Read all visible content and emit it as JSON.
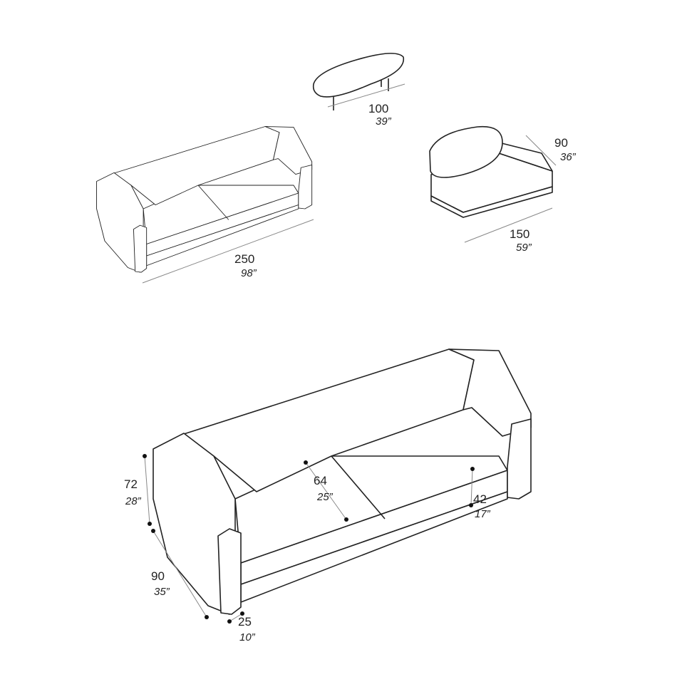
{
  "drawing": {
    "line_color": "#222222",
    "bench": {
      "length_cm": "100",
      "length_in": "39”"
    },
    "chaise": {
      "depth_cm": "90",
      "depth_in": "36”",
      "width_cm": "150",
      "width_in": "59”"
    },
    "sofa_small": {
      "length_cm": "250",
      "length_in": "98”"
    },
    "sofa_large": {
      "height_cm": "72",
      "height_in": "28”",
      "seat_depth_cm": "64",
      "seat_depth_in": "25”",
      "seat_height_cm": "42",
      "seat_height_in": "17”",
      "depth_cm": "90",
      "depth_in": "35”",
      "arm_width_cm": "25",
      "arm_width_in": "10”"
    }
  }
}
